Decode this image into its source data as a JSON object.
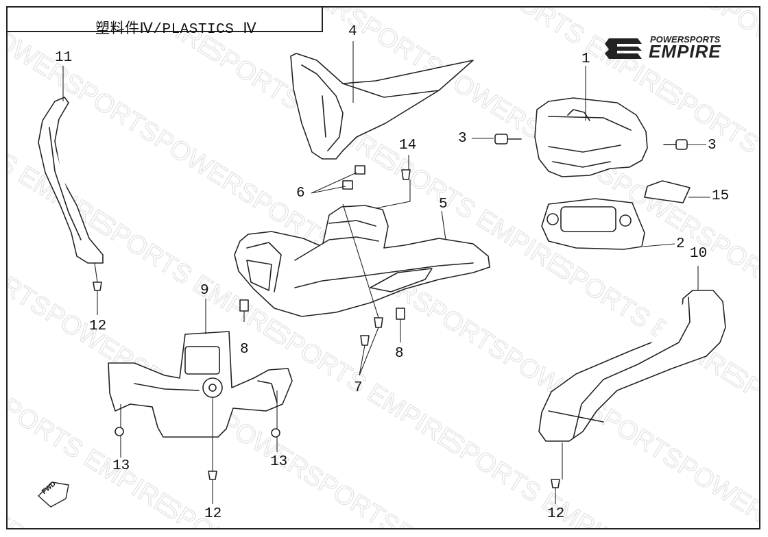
{
  "title": "塑料件Ⅳ/PLASTICS Ⅳ",
  "brand": {
    "top": "POWERSPORTS",
    "main": "EMPIRE",
    "mark_icon": "empire-e-logo-icon"
  },
  "watermark": {
    "text": "POWERSPORTS EMPIRE",
    "color": "#d8d8d8"
  },
  "direction_badge": "FWD",
  "callouts": [
    "1",
    "2",
    "3",
    "3",
    "4",
    "5",
    "6",
    "7",
    "8",
    "8",
    "9",
    "10",
    "11",
    "12",
    "12",
    "12",
    "13",
    "13",
    "14",
    "15"
  ]
}
